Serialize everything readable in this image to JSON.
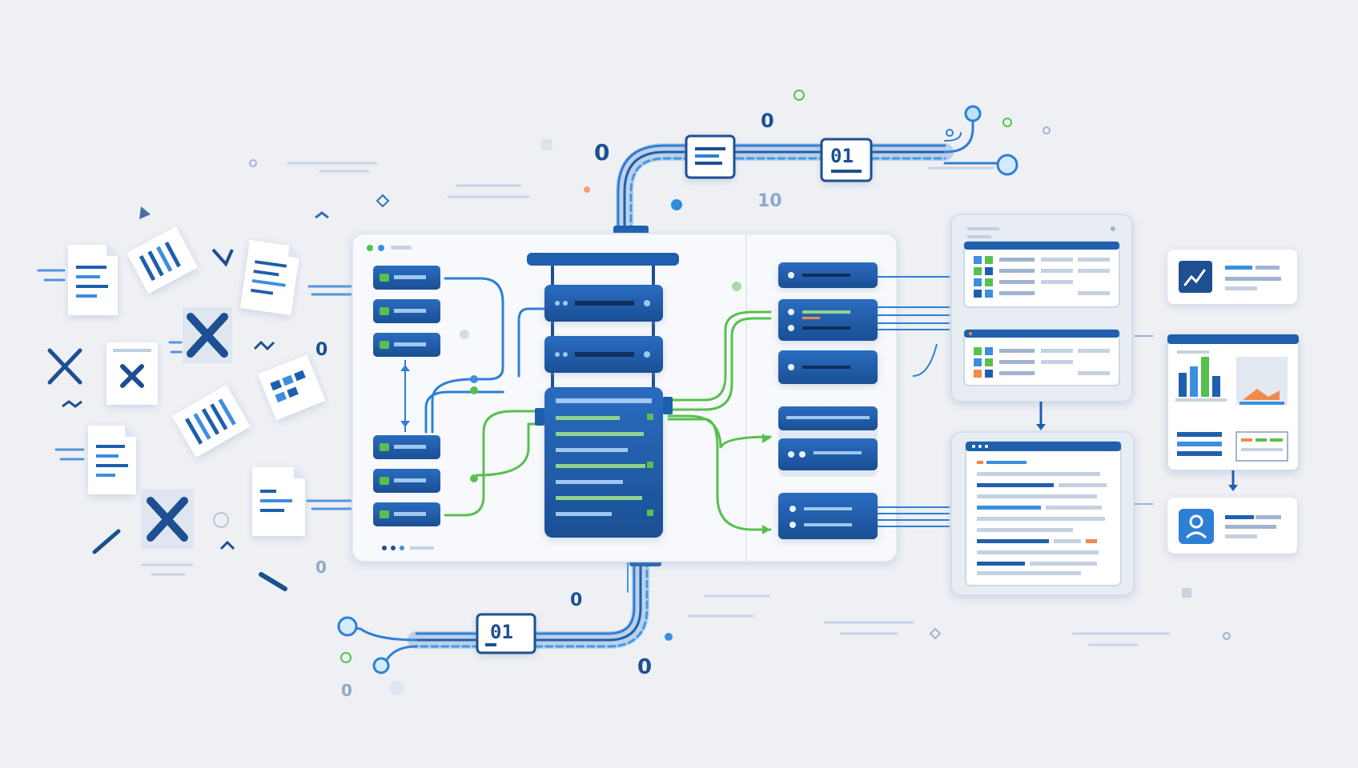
{
  "labels": {
    "top_tag": "01",
    "bottom_tag": "01",
    "top_digit_left": "0",
    "top_digit_mid": "0",
    "top_digit_ten": "10",
    "left_zero": "0",
    "left_zero_low": "0",
    "bottom_zero_a": "0",
    "bottom_zero_b": "0",
    "bottom_zero_c": "0"
  },
  "colors": {
    "background": "#eef0f4",
    "primary_blue": "#1f5fae",
    "dark_blue": "#1d4f91",
    "light_blue": "#3a8fe0",
    "accent_green": "#58c04e",
    "accent_orange": "#f08a4b",
    "panel": "#f7f9fc"
  },
  "icons": {
    "left_documents": "document-icon",
    "rejected": "x-mark-icon",
    "server": "server-rack-icon",
    "outputs": "report-window-icon",
    "analytics": "trend-chart-icon",
    "user": "user-profile-icon"
  }
}
